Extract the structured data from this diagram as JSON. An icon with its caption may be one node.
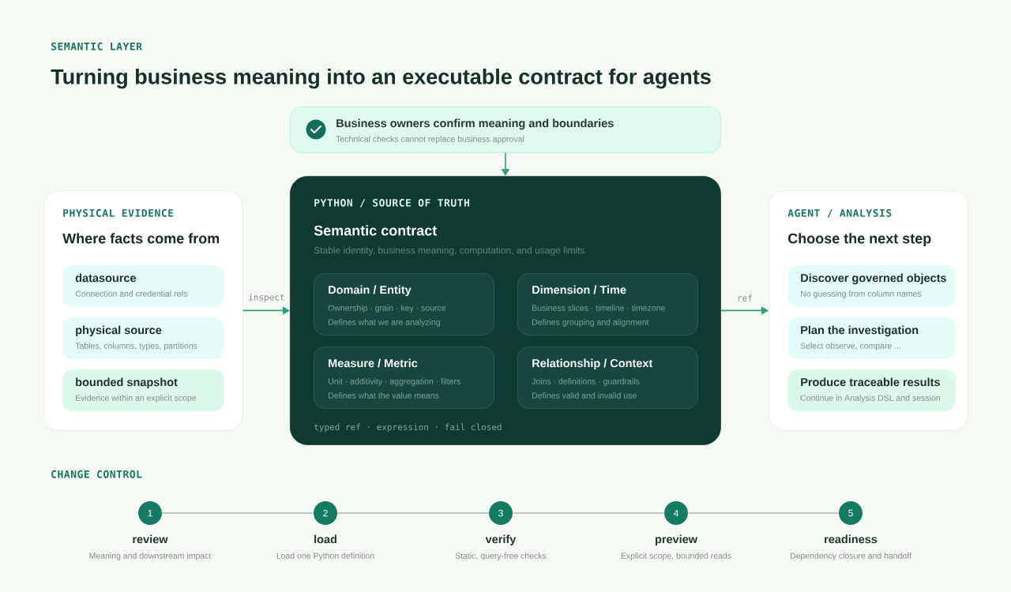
{
  "diagram": {
    "title": "Turning business meaning into an executable contract for agents",
    "nodes": [
      {
        "text": [
          "Business owners confirm meaning and boundaries",
          "Technical checks cannot replace business approval"
        ]
      },
      {
        "text": [
          "PHYSICAL EVIDENCE",
          "Where facts come from"
        ]
      },
      {
        "text": [
          "datasource",
          "Connection and credential refs"
        ],
        "in": 1
      },
      {
        "text": [
          "physical source",
          "Tables, columns, types, partitions"
        ],
        "in": 1
      },
      {
        "text": [
          "bounded snapshot",
          "Evidence within an explicit scope"
        ],
        "in": 1
      },
      {
        "text": [
          "PYTHON / SOURCE OF TRUTH",
          "Semantic contract",
          "Stable identity, business meaning, computation, and usage limits",
          "typed ref · expression · fail closed"
        ]
      },
      {
        "text": [
          "Domain / Entity",
          "Ownership · grain · key · source",
          "Defines what we are analyzing"
        ],
        "in": 5
      },
      {
        "text": [
          "Dimension / Time",
          "Business slices · timeline · timezone",
          "Defines grouping and alignment"
        ],
        "in": 5
      },
      {
        "text": [
          "Measure / Metric",
          "Unit · additivity · aggregation · filters",
          "Defines what the value means"
        ],
        "in": 5
      },
      {
        "text": [
          "Relationship / Context",
          "Joins · definitions · guardrails",
          "Defines valid and invalid use"
        ],
        "in": 5
      },
      {
        "text": [
          "AGENT / ANALYSIS",
          "Choose the next step"
        ]
      },
      {
        "text": [
          "Discover governed objects",
          "No guessing from column names"
        ],
        "in": 10
      },
      {
        "text": [
          "Plan the investigation",
          "Select observe, compare ..."
        ],
        "in": 10
      },
      {
        "text": [
          "Produce traceable results",
          "Continue in Analysis DSL and session"
        ],
        "in": 10
      },
      {
        "text": [
          "1"
        ],
        "beside": [
          "review",
          "Meaning and downstream impact"
        ]
      },
      {
        "text": [
          "2"
        ],
        "beside": [
          "load",
          "Load one Python definition"
        ]
      },
      {
        "text": [
          "3"
        ],
        "beside": [
          "verify",
          "Static, query-free checks"
        ]
      },
      {
        "text": [
          "4"
        ],
        "beside": [
          "preview",
          "Explicit scope, bounded reads"
        ]
      },
      {
        "text": [
          "5"
        ],
        "beside": [
          "readiness",
          "Dependency closure and handoff"
        ]
      }
    ],
    "edges": [
      {
        "from": 0,
        "to": 5,
        "arrow": "to",
        "color": "#2f9e7e"
      },
      {
        "from": 1,
        "to": 5,
        "arrow": "to",
        "label": "inspect",
        "color": "#2f9e7e"
      },
      {
        "from": 5,
        "to": 10,
        "arrow": "to",
        "label": "ref",
        "color": "#2f9e7e"
      },
      {
        "from": 14,
        "to": 15,
        "arrow": "none"
      },
      {
        "from": 15,
        "to": 16,
        "arrow": "none"
      },
      {
        "from": 16,
        "to": 17,
        "arrow": "none"
      },
      {
        "from": 17,
        "to": 18,
        "arrow": "none"
      }
    ],
    "labels": [
      "SEMANTIC LAYER",
      "CHANGE CONTROL"
    ]
  }
}
